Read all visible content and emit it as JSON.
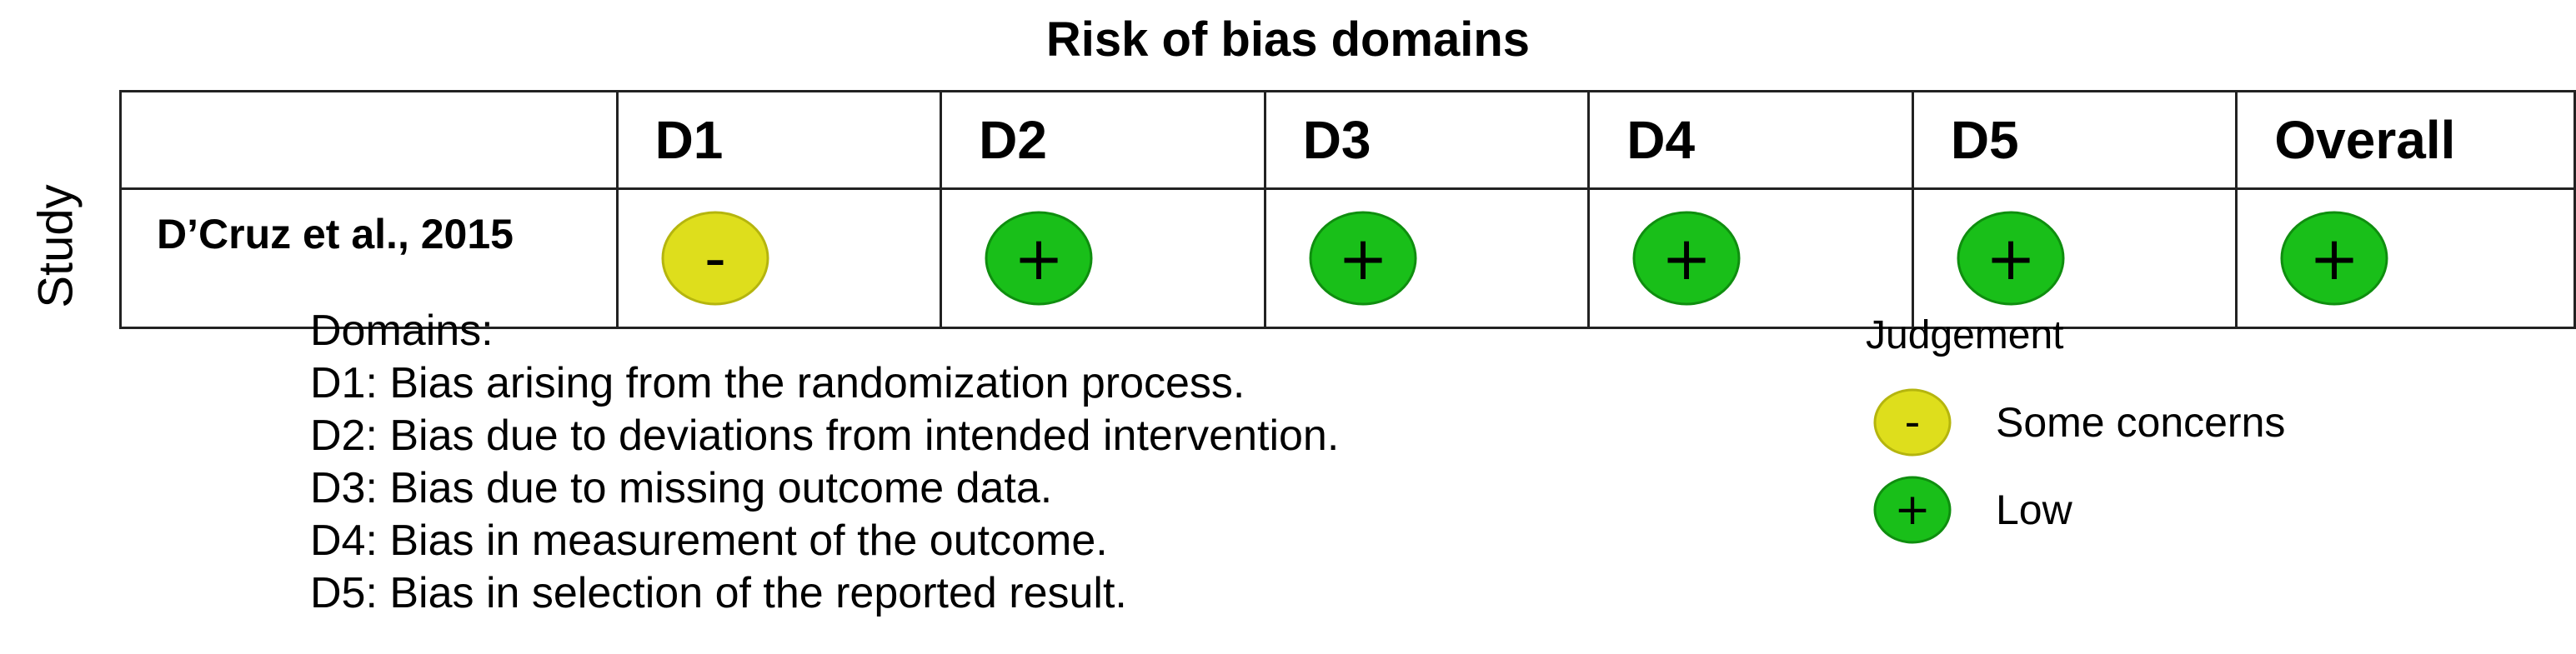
{
  "title": "Risk of bias domains",
  "y_axis_label": "Study",
  "columns": [
    "D1",
    "D2",
    "D3",
    "D4",
    "D5",
    "Overall"
  ],
  "rows": [
    {
      "study": "D’Cruz et al., 2015",
      "judgements": [
        "some",
        "low",
        "low",
        "low",
        "low",
        "low"
      ]
    }
  ],
  "judgement_types": {
    "some": {
      "symbol": "-",
      "label": "Some concerns",
      "color": "#dede1c",
      "border": "#b5b50e"
    },
    "low": {
      "symbol": "+",
      "label": "Low",
      "color": "#19bf19",
      "border": "#0f8e0f"
    }
  },
  "legend": {
    "domains_title": "Domains:",
    "domains": [
      "D1: Bias arising from the randomization process.",
      "D2: Bias due to deviations from intended intervention.",
      "D3: Bias due to missing outcome data.",
      "D4: Bias in measurement of the outcome.",
      "D5: Bias in selection of the reported result."
    ],
    "judgement_title": "Judgement"
  }
}
